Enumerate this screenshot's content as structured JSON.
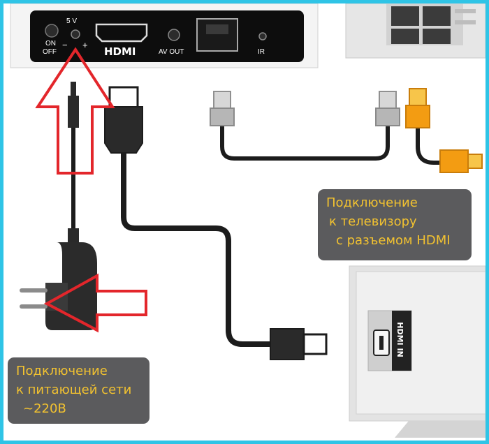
{
  "set_top_box": {
    "onoff_label_on": "ON",
    "onoff_label_off": "OFF",
    "power_voltage": "5 V",
    "power_polarity_minus": "−",
    "power_polarity_plus": "+",
    "hdmi_label": "HDMI",
    "av_out_label": "AV OUT",
    "ir_label": "IR"
  },
  "tv": {
    "hdmi_in_label": "HDMI IN"
  },
  "callouts": {
    "tv": {
      "line1": "Подключение",
      "line2": "к телевизору",
      "line3": "с разъемом HDMI"
    },
    "power": {
      "line1": "Подключение",
      "line2": "к питающей сети",
      "line3": "~220В"
    }
  },
  "colors": {
    "border": "#2fc4e6",
    "callout_bg": "#5b5b5d",
    "callout_text": "#f2c230",
    "arrow_red": "#e3262b",
    "ethernet_orange": "#f39c12"
  }
}
